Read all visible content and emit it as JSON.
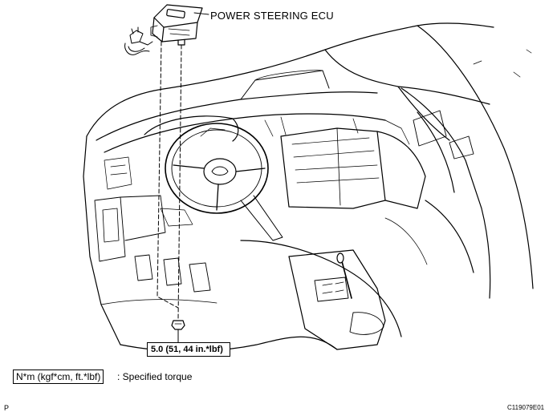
{
  "labels": {
    "ecu": "POWER STEERING ECU",
    "torque": "5.0 (51, 44 in.*lbf)",
    "legend_unit": "N*m (kgf*cm, ft.*lbf)",
    "legend_desc": ": Specified torque",
    "corner_mark": "P",
    "figure_code": "C119079E01"
  }
}
